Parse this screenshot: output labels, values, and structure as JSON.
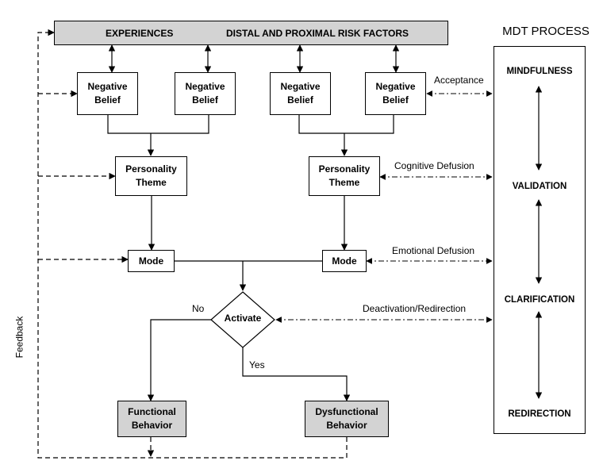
{
  "top_bar": {
    "experiences": "EXPERIENCES",
    "risk_factors": "DISTAL AND PROXIMAL RISK FACTORS"
  },
  "beliefs": [
    "Negative\nBelief",
    "Negative\nBelief",
    "Negative\nBelief",
    "Negative\nBelief"
  ],
  "themes": [
    "Personality\nTheme",
    "Personality\nTheme"
  ],
  "modes": [
    "Mode",
    "Mode"
  ],
  "activate": "Activate",
  "branch": {
    "no": "No",
    "yes": "Yes"
  },
  "behaviors": {
    "functional": "Functional\nBehavior",
    "dysfunctional": "Dysfunctional\nBehavior"
  },
  "feedback": "Feedback",
  "edge_labels": {
    "acceptance": "Acceptance",
    "cognitive_defusion": "Cognitive Defusion",
    "emotional_defusion": "Emotional Defusion",
    "deactivation": "Deactivation/Redirection"
  },
  "mdt": {
    "title": "MDT PROCESS",
    "items": [
      "MINDFULNESS",
      "VALIDATION",
      "CLARIFICATION",
      "REDIRECTION"
    ]
  }
}
